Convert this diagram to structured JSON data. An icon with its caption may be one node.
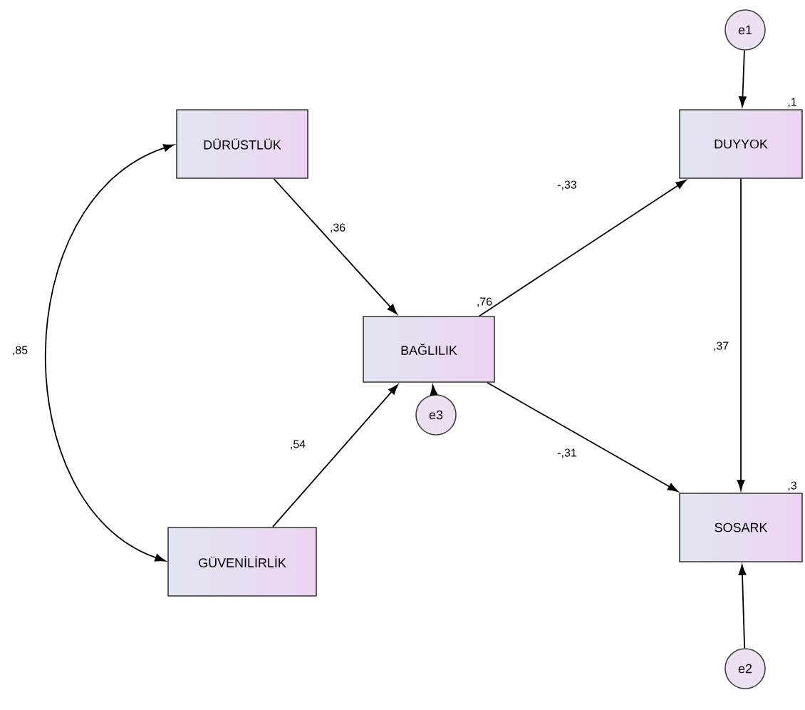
{
  "diagram": {
    "nodes": [
      {
        "text": [
          "e1"
        ]
      },
      {
        "text": [
          "DÜRÜSTLÜK"
        ]
      },
      {
        "text": [
          "DUYYOK"
        ],
        "beside": [
          ",1"
        ]
      },
      {
        "text": [
          "BAĞLILIK"
        ],
        "beside": [
          ",76"
        ]
      },
      {
        "text": [
          "e3"
        ]
      },
      {
        "text": [
          "GÜVENİLİRLİK"
        ]
      },
      {
        "text": [
          "SOSARK"
        ],
        "beside": [
          ",3"
        ]
      },
      {
        "text": [
          "e2"
        ]
      }
    ],
    "edges": [
      {
        "from": 1,
        "to": 3,
        "arrow": "to",
        "label": ",36"
      },
      {
        "from": 5,
        "to": 3,
        "arrow": "to",
        "label": ",54"
      },
      {
        "from": 1,
        "to": 5,
        "arrow": "both",
        "label": ",85"
      },
      {
        "from": 3,
        "to": 2,
        "arrow": "to",
        "label": "-,33"
      },
      {
        "from": 3,
        "to": 6,
        "arrow": "to",
        "label": "-,31"
      },
      {
        "from": 2,
        "to": 6,
        "arrow": "to",
        "label": ",37"
      },
      {
        "from": 0,
        "to": 2,
        "arrow": "to"
      },
      {
        "from": 4,
        "to": 3,
        "arrow": "to"
      },
      {
        "from": 7,
        "to": 6,
        "arrow": "to"
      }
    ]
  }
}
